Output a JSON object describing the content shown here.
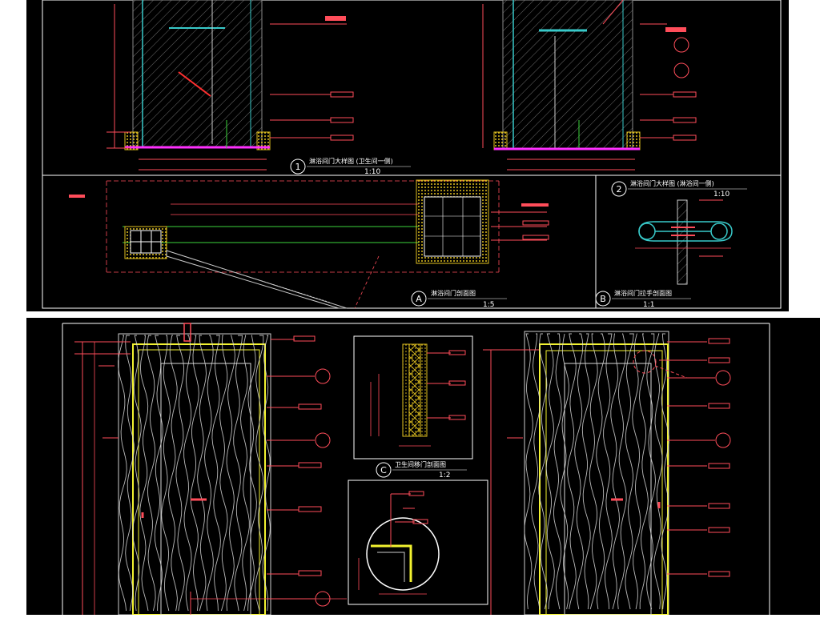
{
  "drawings": {
    "shower_door_elevation_1": {
      "number": "1",
      "title": "淋浴间门大样图 (卫生间一侧)",
      "scale": "1:10"
    },
    "shower_door_elevation_2": {
      "number": "2",
      "title": "淋浴间门大样图 (淋浴间一侧)",
      "scale": "1:10"
    },
    "shower_door_section_a": {
      "number": "A",
      "title": "淋浴间门剖面图",
      "scale": "1:5"
    },
    "shower_handle_section_b": {
      "number": "B",
      "title": "淋浴间门拉手剖面图",
      "scale": "1:1"
    },
    "bathroom_sliding_door_section_c": {
      "number": "C",
      "title": "卫生间移门剖面图",
      "scale": "1:2"
    }
  },
  "colors": {
    "background": "#000000",
    "frame": "#ffffff",
    "dimension_line": "#ff4d5a",
    "wood_grain": "#d9d9d9",
    "door_frame": "#f2f230",
    "green_line": "#3cd33c",
    "glass_line": "#38c9c9",
    "hatch_yellow": "#e0c020",
    "magenta": "#ff30ff",
    "marker": "#ff6670"
  }
}
